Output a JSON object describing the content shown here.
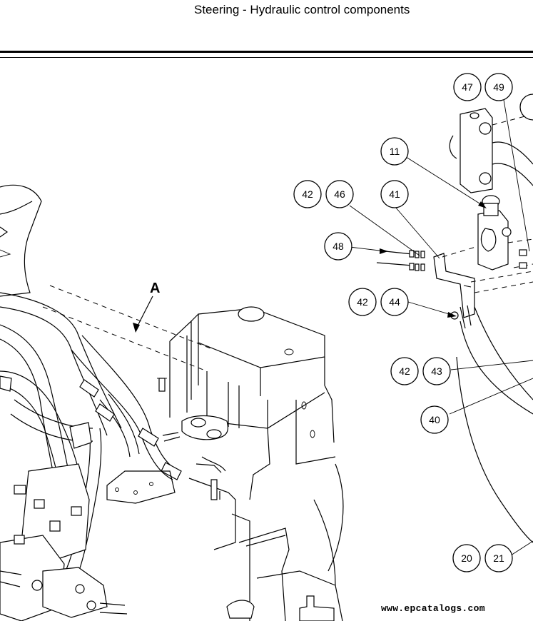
{
  "header": {
    "title": "Steering - Hydraulic control components"
  },
  "view_label": "A",
  "callouts": [
    {
      "id": "c47",
      "label": "47"
    },
    {
      "id": "c49",
      "label": "49"
    },
    {
      "id": "c11",
      "label": "11"
    },
    {
      "id": "c42a",
      "label": "42"
    },
    {
      "id": "c46",
      "label": "46"
    },
    {
      "id": "c41",
      "label": "41"
    },
    {
      "id": "c48",
      "label": "48"
    },
    {
      "id": "c42b",
      "label": "42"
    },
    {
      "id": "c44",
      "label": "44"
    },
    {
      "id": "c42c",
      "label": "42"
    },
    {
      "id": "c43",
      "label": "43"
    },
    {
      "id": "c40",
      "label": "40"
    },
    {
      "id": "c20",
      "label": "20"
    },
    {
      "id": "c21",
      "label": "21"
    }
  ],
  "watermark": "www.epcatalogs.com"
}
